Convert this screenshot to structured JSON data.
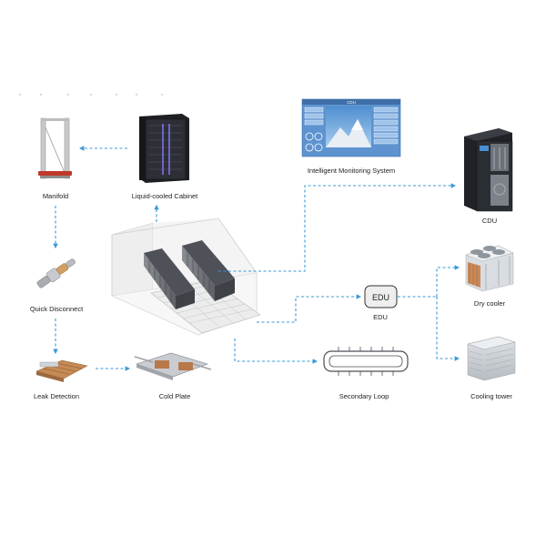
{
  "diagram": {
    "labels": {
      "manifold": "Manifold",
      "cabinet": "Liquid-cooled Cabinet",
      "monitoring": "Intelligent Monitoring System",
      "cdu": "CDU",
      "quick_disconnect": "Quick Disconnect",
      "edu_box": "EDU",
      "edu": "EDU",
      "dry_cooler": "Dry cooler",
      "leak_detection": "Leak Detection",
      "cold_plate": "Cold Plate",
      "secondary_loop": "Secondary Loop",
      "cooling_tower": "Cooling tower"
    },
    "monitor_screen": {
      "header": "CDU"
    }
  },
  "colors": {
    "flow_arrow": "#3a9ad9",
    "monitor_bg": "#7fb3e0",
    "cabinet_dark": "#2a2d33",
    "label_text": "#222222"
  }
}
